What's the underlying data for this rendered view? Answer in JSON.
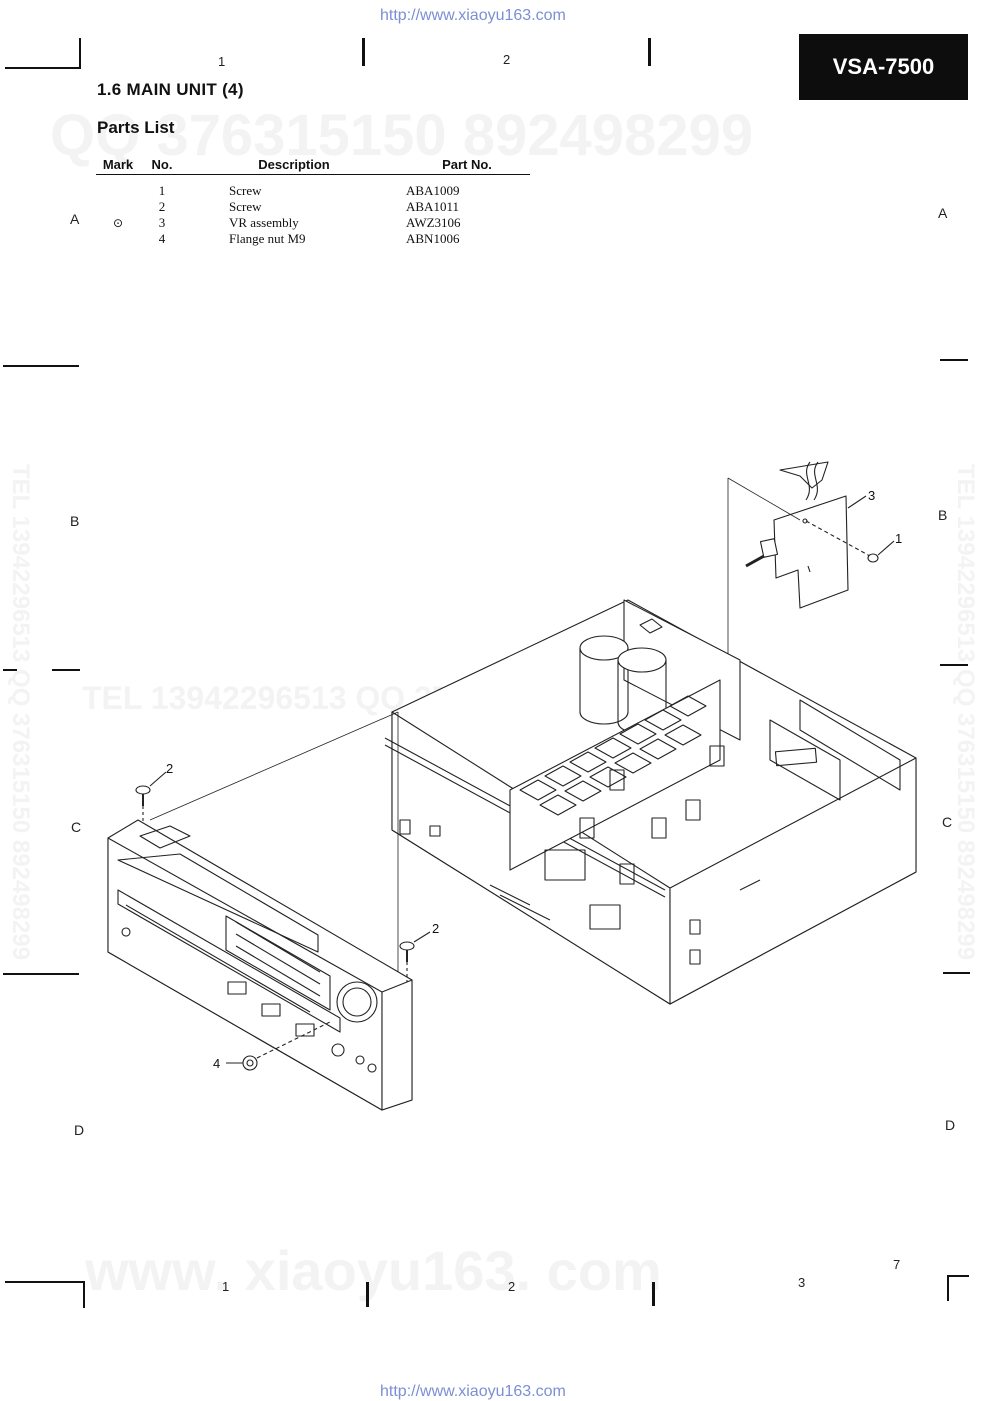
{
  "header": {
    "url_top": "http://www.xiaoyu163.com",
    "url_bottom": "http://www.xiaoyu163.com",
    "model": "VSA-7500",
    "section_title": "1.6  MAIN UNIT (4)",
    "subtitle": "Parts List",
    "page_number": "7"
  },
  "grid": {
    "columns_top": [
      "1",
      "2"
    ],
    "columns_bottom": [
      "1",
      "2",
      "3"
    ],
    "rows": [
      "A",
      "B",
      "C",
      "D"
    ]
  },
  "parts_table": {
    "headers": {
      "mark": "Mark",
      "no": "No.",
      "description": "Description",
      "part_no": "Part No."
    },
    "rows": [
      {
        "mark": "",
        "no": "1",
        "description": "Screw",
        "part_no": "ABA1009"
      },
      {
        "mark": "",
        "no": "2",
        "description": "Screw",
        "part_no": "ABA1011"
      },
      {
        "mark": "⊙",
        "no": "3",
        "description": "VR  assembly",
        "part_no": "AWZ3106"
      },
      {
        "mark": "",
        "no": "4",
        "description": "Flange  nut  M9",
        "part_no": "ABN1006"
      }
    ]
  },
  "watermarks": {
    "qq": "QQ 376315150   892498299",
    "tel_qq": "TEL  13942296513       QQ  376315150  892498299",
    "side": "TEL  13942296513   QQ  376315150  892498299",
    "site": "www. xiaoyu163. com"
  },
  "callouts": {
    "c1": "1",
    "c2a": "2",
    "c2b": "2",
    "c3": "3",
    "c4": "4"
  }
}
